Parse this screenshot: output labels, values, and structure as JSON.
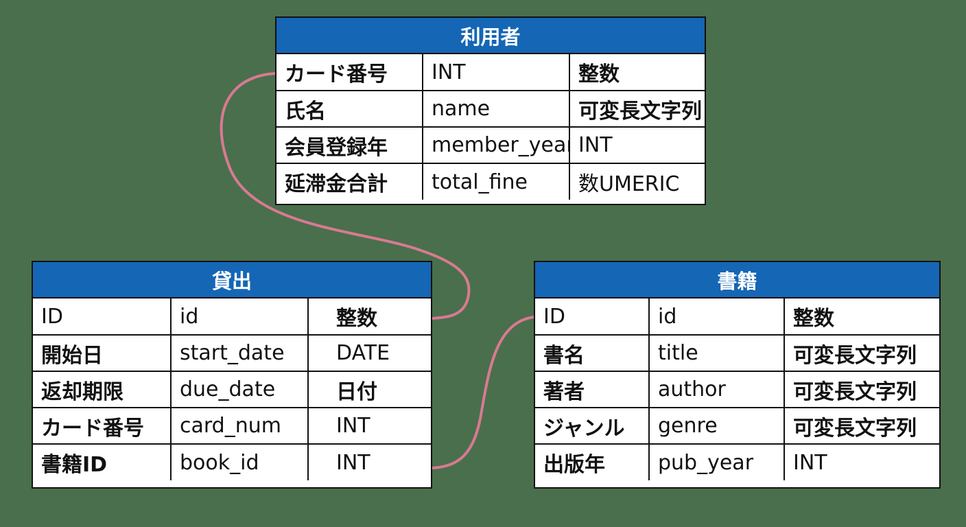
{
  "colors": {
    "background": "#4a6f4c",
    "header": "#1566b5",
    "header_text": "#ffffff",
    "connector": "#d87a93"
  },
  "entities": {
    "user": {
      "title": "利用者",
      "fields": [
        {
          "name": "カード番号",
          "column": "INT",
          "type": "整数"
        },
        {
          "name": "氏名",
          "column": "name",
          "type": "可変長文字列"
        },
        {
          "name": "会員登録年",
          "column": "member_year",
          "type": "INT"
        },
        {
          "name": "延滞金合計",
          "column": "total_fine",
          "type": "数UMERIC"
        }
      ]
    },
    "loan": {
      "title": "貸出",
      "fields": [
        {
          "name": "ID",
          "column": "id",
          "type": "整数"
        },
        {
          "name": "開始日",
          "column": "start_date",
          "type": "DATE"
        },
        {
          "name": "返却期限",
          "column": "due_date",
          "type": "日付"
        },
        {
          "name": "カード番号",
          "column": "card_num",
          "type": "INT"
        },
        {
          "name": "書籍ID",
          "column": "book_id",
          "type": "INT"
        }
      ]
    },
    "book": {
      "title": "書籍",
      "fields": [
        {
          "name": "ID",
          "column": "id",
          "type": "整数"
        },
        {
          "name": "書名",
          "column": "title",
          "type": "可変長文字列"
        },
        {
          "name": "著者",
          "column": "author",
          "type": "可変長文字列"
        },
        {
          "name": "ジャンル",
          "column": "genre",
          "type": "可変長文字列"
        },
        {
          "name": "出版年",
          "column": "pub_year",
          "type": "INT"
        }
      ]
    }
  }
}
